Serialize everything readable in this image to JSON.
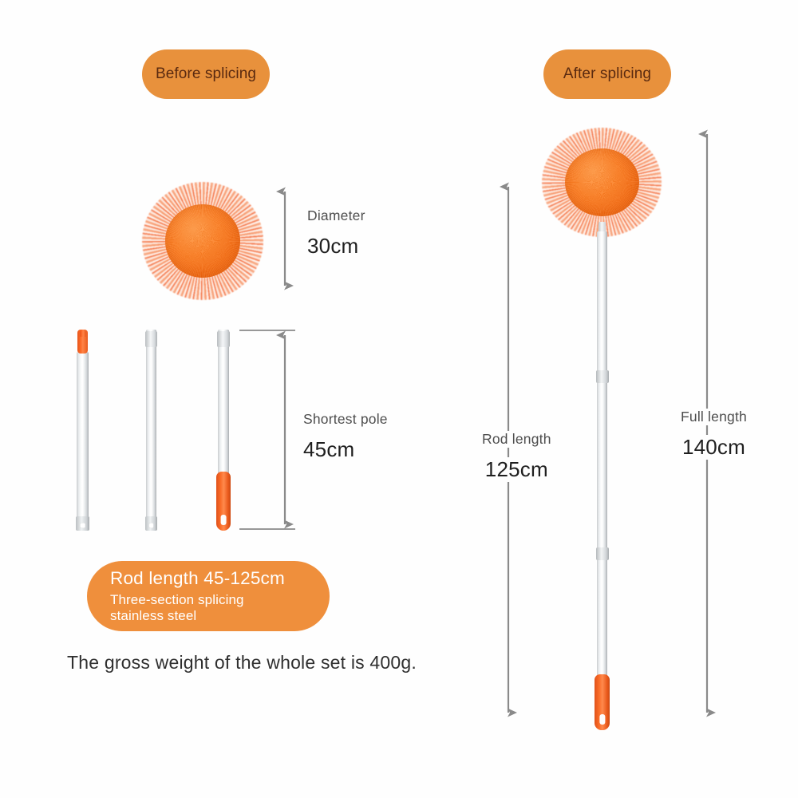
{
  "badges": {
    "before": "Before splicing",
    "after": "After splicing"
  },
  "dimensions": {
    "diameter": {
      "name": "Diameter",
      "value": "30cm"
    },
    "shortest_pole": {
      "name": "Shortest pole",
      "value": "45cm"
    },
    "rod_length": {
      "name": "Rod length",
      "value": "125cm"
    },
    "full_length": {
      "name": "Full length",
      "value": "140cm"
    }
  },
  "info_badge": {
    "title": "Rod length 45-125cm",
    "subtitle": "Three-section splicing stainless steel"
  },
  "caption": "The gross weight of the whole set is 400g.",
  "colors": {
    "badge_orange": "#e8913c",
    "info_orange": "#ef8f3c",
    "badge_text": "#5a2a10",
    "info_text": "#ffffff",
    "mop_core": "#fb7f24",
    "mop_fringe": "#f79a6e",
    "grip_orange": "#f96a26",
    "steel": "#e9ecee",
    "arrow_gray": "#8a8a8a",
    "caption_text": "#2f2f2f"
  }
}
